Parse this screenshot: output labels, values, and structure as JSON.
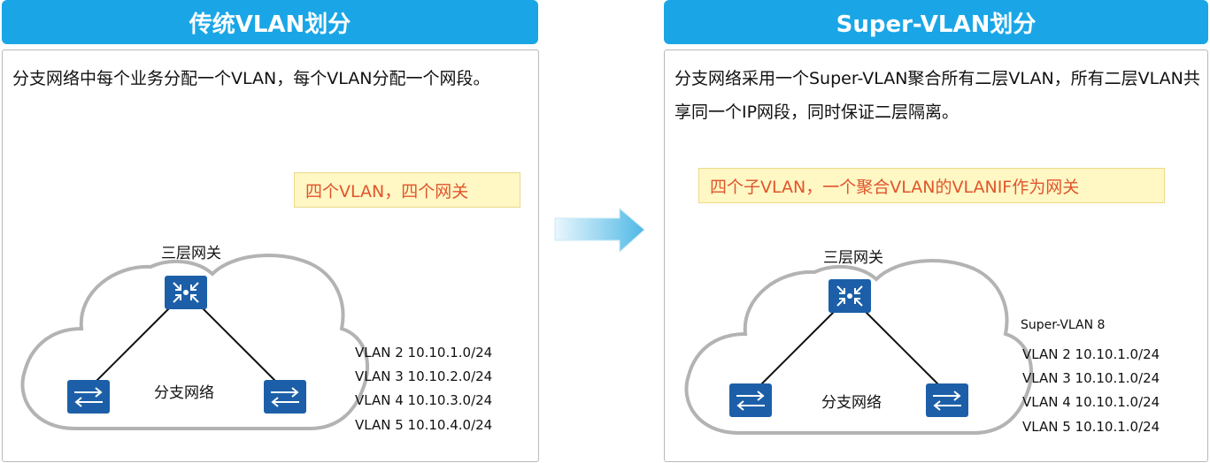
{
  "colors": {
    "header_bg": "#1aa6e6",
    "note_bg": "#fff7c4",
    "note_text": "#e0552c",
    "device_blue": "#1c5fa8",
    "arrow_blue": "#55bde8"
  },
  "left": {
    "title": "传统VLAN划分",
    "description": "分支网络中每个业务分配一个VLAN，每个VLAN分配一个网段。",
    "note": "四个VLAN，四个网关",
    "gateway_label": "三层网关",
    "network_label": "分支网络",
    "vlans": [
      "VLAN 2 10.10.1.0/24",
      "VLAN 3 10.10.2.0/24",
      "VLAN 4 10.10.3.0/24",
      "VLAN 5 10.10.4.0/24"
    ]
  },
  "right": {
    "title": "Super-VLAN划分",
    "description": "分支网络采用一个Super-VLAN聚合所有二层VLAN，所有二层VLAN共享同一个IP网段，同时保证二层隔离。",
    "note": "四个子VLAN，一个聚合VLAN的VLANIF作为网关",
    "gateway_label": "三层网关",
    "network_label": "分支网络",
    "super_vlan": "Super-VLAN 8",
    "vlans": [
      "VLAN 2 10.10.1.0/24",
      "VLAN 3 10.10.1.0/24",
      "VLAN 4 10.10.1.0/24",
      "VLAN 5 10.10.1.0/24"
    ]
  },
  "icons": {
    "gateway": "router-icon",
    "switch": "switch-icon",
    "arrow": "right-arrow-icon"
  }
}
